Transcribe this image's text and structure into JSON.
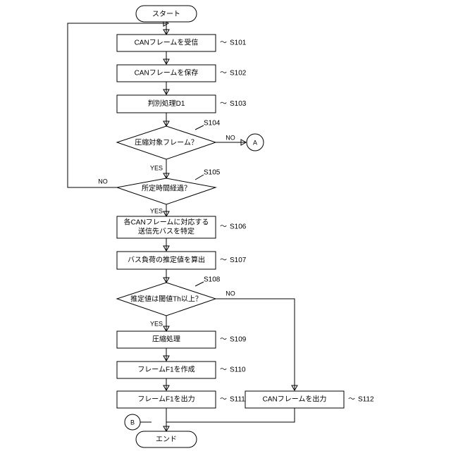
{
  "diagram": {
    "type": "flowchart",
    "title": "",
    "nodes": [
      {
        "id": "start",
        "shape": "terminator",
        "label": "スタート"
      },
      {
        "id": "s101",
        "shape": "process",
        "label": "CANフレームを受信",
        "step": "S101",
        "step_marker": "～"
      },
      {
        "id": "s102",
        "shape": "process",
        "label": "CANフレームを保存",
        "step": "S102",
        "step_marker": "～"
      },
      {
        "id": "s103",
        "shape": "process",
        "label": "判別処理D1",
        "step": "S103",
        "step_marker": "～"
      },
      {
        "id": "s104",
        "shape": "decision",
        "label": "圧縮対象フレーム？",
        "step": "S104"
      },
      {
        "id": "s105",
        "shape": "decision",
        "label": "所定時間経過？",
        "step": "S105"
      },
      {
        "id": "s106",
        "shape": "process",
        "label_line1": "各CANフレームに対応する",
        "label_line2": "送信先バスを特定",
        "step": "S106",
        "step_marker": "～"
      },
      {
        "id": "s107",
        "shape": "process",
        "label": "バス負荷の推定値を算出",
        "step": "S107",
        "step_marker": "～"
      },
      {
        "id": "s108",
        "shape": "decision",
        "label": "推定値は閾値Th以上？",
        "step": "S108"
      },
      {
        "id": "s109",
        "shape": "process",
        "label": "圧縮処理",
        "step": "S109",
        "step_marker": "～"
      },
      {
        "id": "s110",
        "shape": "process",
        "label": "フレームF1を作成",
        "step": "S110",
        "step_marker": "～"
      },
      {
        "id": "s111",
        "shape": "process",
        "label": "フレームF1を出力",
        "step": "S111",
        "step_marker": "～"
      },
      {
        "id": "s112",
        "shape": "process",
        "label": "CANフレームを出力",
        "step": "S112",
        "step_marker": "～"
      },
      {
        "id": "end",
        "shape": "terminator",
        "label": "エンド"
      },
      {
        "id": "connA",
        "shape": "connector",
        "label": "A"
      },
      {
        "id": "connB",
        "shape": "connector",
        "label": "B"
      }
    ],
    "branch_labels": {
      "s104_no": "NO",
      "s104_yes": "YES",
      "s105_no": "NO",
      "s105_yes": "YES",
      "s108_no": "NO",
      "s108_yes": "YES"
    }
  }
}
